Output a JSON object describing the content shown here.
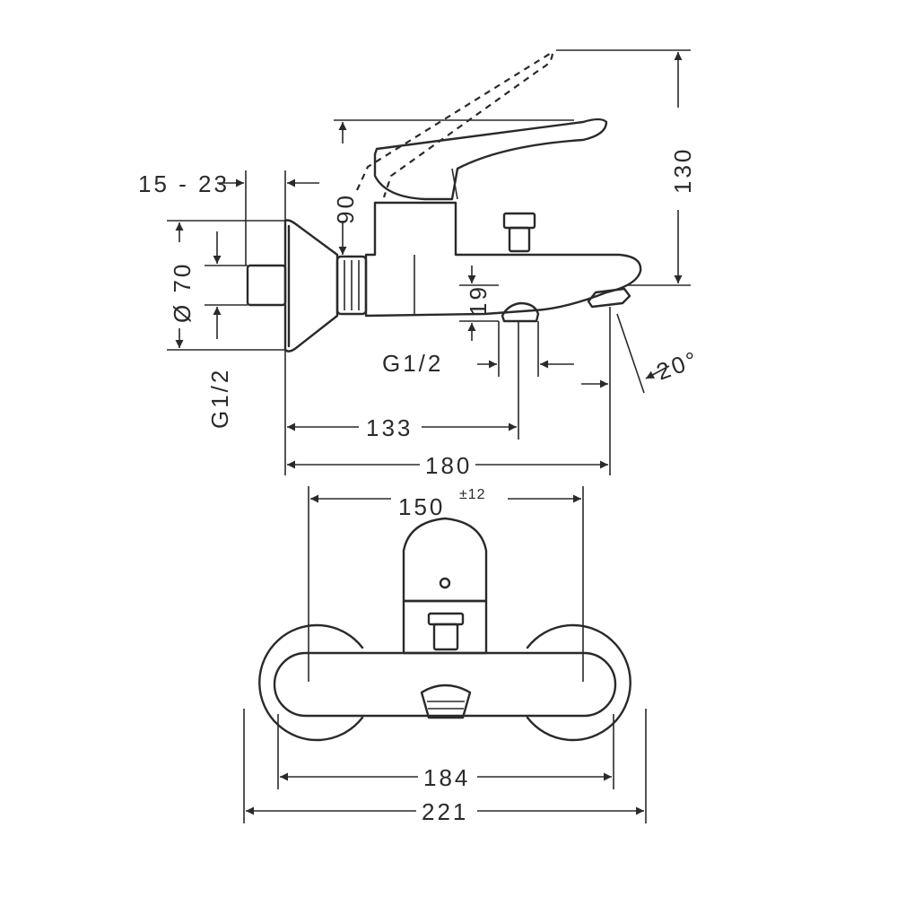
{
  "dimensions": {
    "wall_offset": "15 - 23",
    "height_90": "90",
    "height_130": "130",
    "diameter_70": "Ø 70",
    "gap_19": "19",
    "thread_side": "G1/2",
    "thread_bottom": "G1/2",
    "angle_20": "20°",
    "length_133": "133",
    "length_180": "180",
    "centers_150": "150",
    "tolerance_150": "±12",
    "width_184": "184",
    "width_221": "221"
  }
}
